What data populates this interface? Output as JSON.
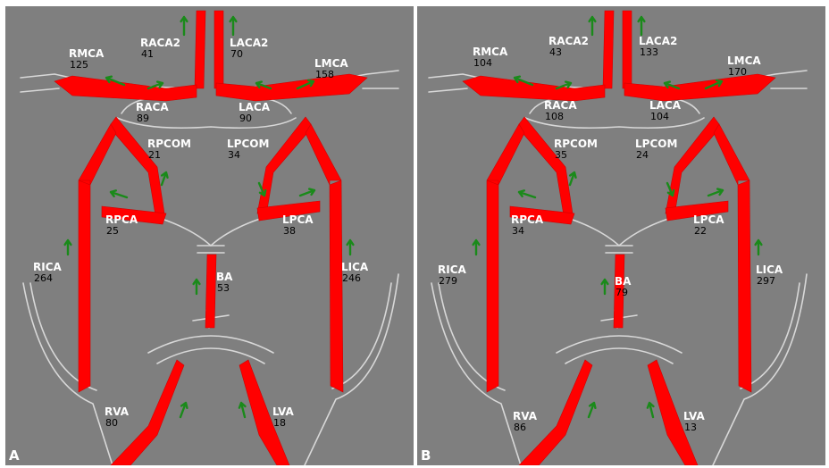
{
  "colors": {
    "background": "#7f7f7f",
    "vessel": "#ff0000",
    "outline": "#d8d8d8",
    "arrow": "#1a8a1a",
    "label_name": "#ffffff",
    "label_value": "#000000"
  },
  "panels": [
    {
      "letter": "A",
      "labels": {
        "RACA2": {
          "name": "RACA2",
          "value": "41"
        },
        "LACA2": {
          "name": "LACA2",
          "value": "70"
        },
        "RMCA": {
          "name": "RMCA",
          "value": "125"
        },
        "LMCA": {
          "name": "LMCA",
          "value": "158"
        },
        "RACA": {
          "name": "RACA",
          "value": "89"
        },
        "LACA": {
          "name": "LACA",
          "value": "90"
        },
        "RPCOM": {
          "name": "RPCOM",
          "value": "21"
        },
        "LPCOM": {
          "name": "LPCOM",
          "value": "34"
        },
        "RPCA": {
          "name": "RPCA",
          "value": "25"
        },
        "LPCA": {
          "name": "LPCA",
          "value": "38"
        },
        "RICA": {
          "name": "RICA",
          "value": "264"
        },
        "LICA": {
          "name": "LICA",
          "value": "246"
        },
        "BA": {
          "name": "BA",
          "value": "53"
        },
        "RVA": {
          "name": "RVA",
          "value": "80"
        },
        "LVA": {
          "name": "LVA",
          "value": "18"
        }
      }
    },
    {
      "letter": "B",
      "labels": {
        "RACA2": {
          "name": "RACA2",
          "value": "43"
        },
        "LACA2": {
          "name": "LACA2",
          "value": "133"
        },
        "RMCA": {
          "name": "RMCA",
          "value": "104"
        },
        "LMCA": {
          "name": "LMCA",
          "value": "170"
        },
        "RACA": {
          "name": "RACA",
          "value": "108"
        },
        "LACA": {
          "name": "LACA",
          "value": "104"
        },
        "RPCOM": {
          "name": "RPCOM",
          "value": "35"
        },
        "LPCOM": {
          "name": "LPCOM",
          "value": "24"
        },
        "RPCA": {
          "name": "RPCA",
          "value": "34"
        },
        "LPCA": {
          "name": "LPCA",
          "value": "22"
        },
        "RICA": {
          "name": "RICA",
          "value": "279"
        },
        "LICA": {
          "name": "LICA",
          "value": "297"
        },
        "BA": {
          "name": "BA",
          "value": "79"
        },
        "RVA": {
          "name": "RVA",
          "value": "86"
        },
        "LVA": {
          "name": "LVA",
          "value": "13"
        }
      }
    }
  ]
}
